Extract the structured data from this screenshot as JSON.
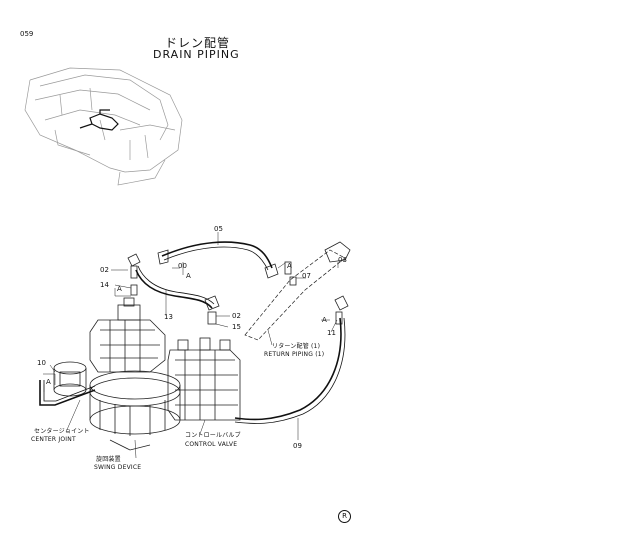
{
  "page_number": "059",
  "title_jp": "ドレン配管",
  "title_en": "DRAIN PIPING",
  "callouts": {
    "c05": "05",
    "c02a": "02",
    "c14": "14",
    "c00": "00",
    "c13": "13",
    "c02b": "02",
    "c15": "15",
    "c03": "03",
    "c07": "07",
    "c11": "11",
    "c10": "10",
    "c09": "09",
    "a1": "A",
    "a2": "A",
    "a3": "A",
    "a4": "A",
    "a5": "A"
  },
  "labels": {
    "return_jp": "リターン配管 (1)",
    "return_en": "RETURN PIPING (1)",
    "center_jp": "センタージョイント",
    "center_en": "CENTER JOINT",
    "control_jp": "コントロールバルブ",
    "control_en": "CONTROL VALVE",
    "swing_jp": "旋回装置",
    "swing_en": "SWING DEVICE"
  },
  "footer_mark": "R"
}
